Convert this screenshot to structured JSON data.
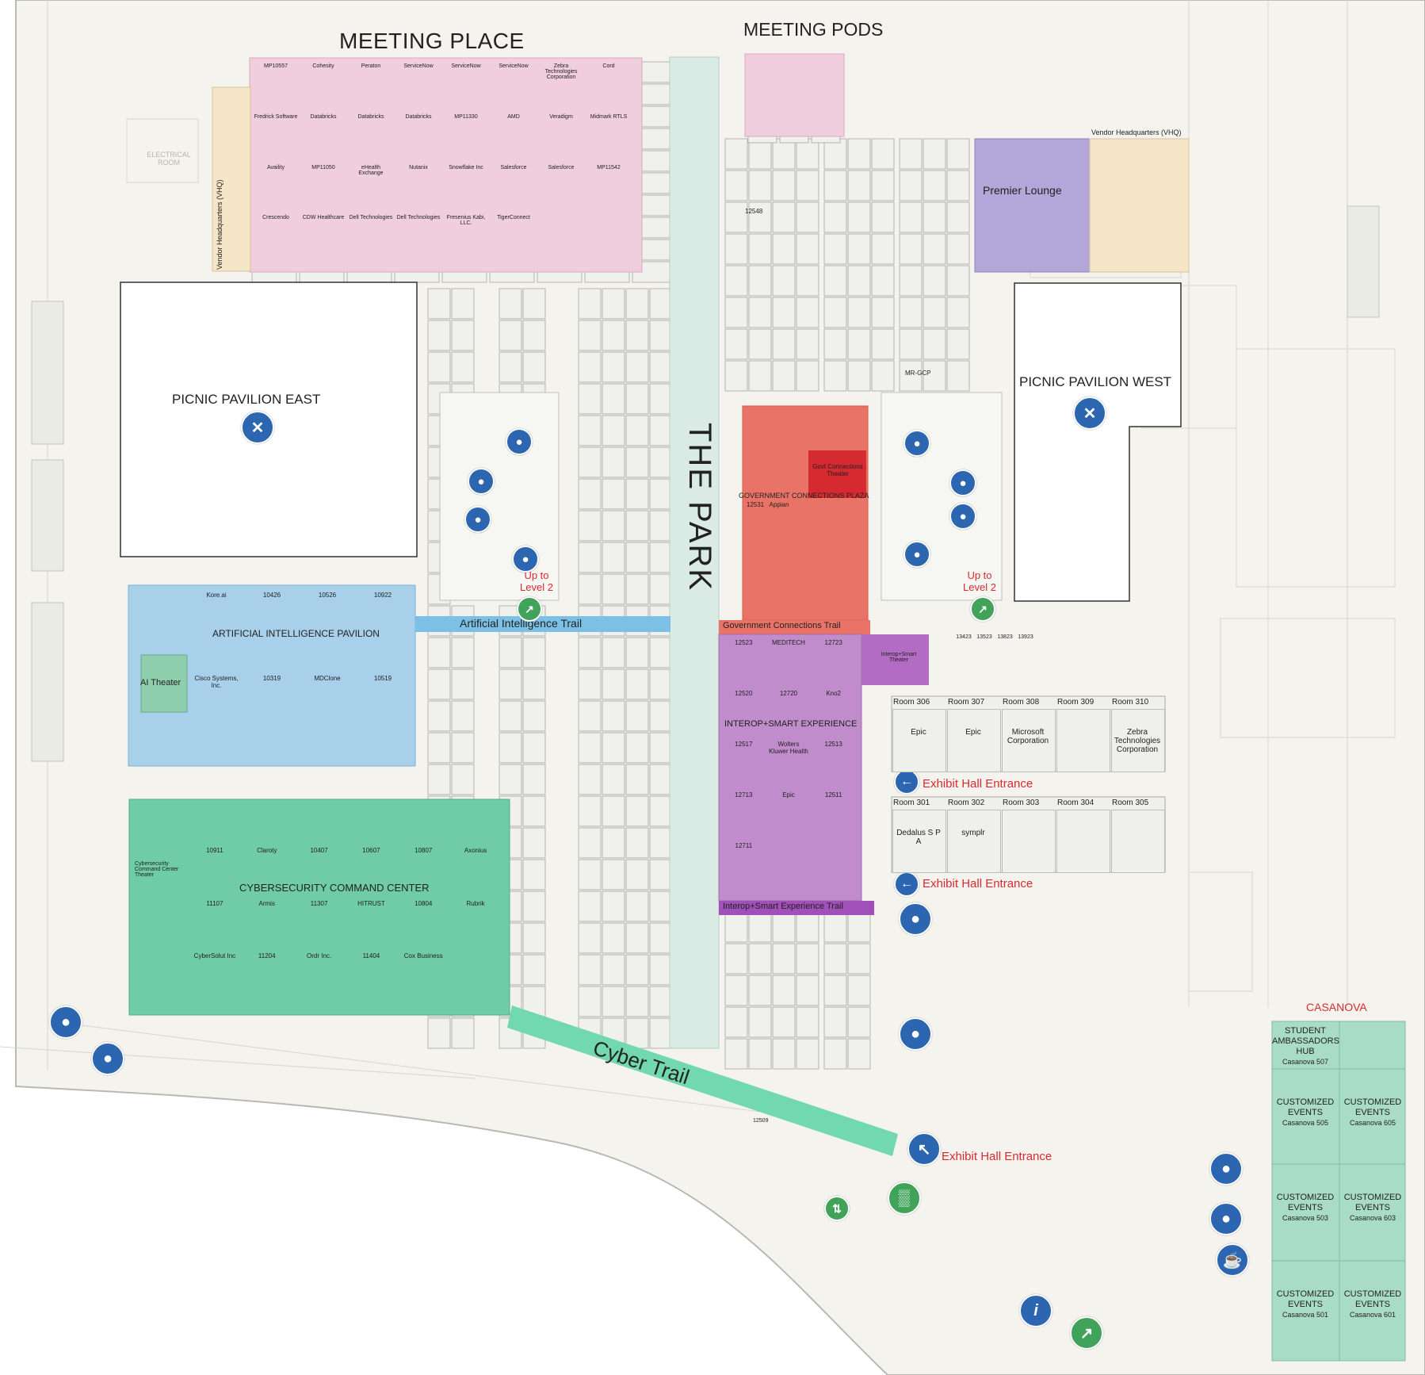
{
  "areas": {
    "meeting_place": "MEETING PLACE",
    "meeting_pods": "MEETING PODS",
    "the_park": "THE PARK",
    "picnic_east": "PICNIC PAVILION EAST",
    "picnic_west": "PICNIC PAVILION WEST",
    "ai_pavilion": "ARTIFICIAL INTELLIGENCE PAVILION",
    "ai_theater": "AI Theater",
    "cyber_center": "CYBERSECURITY COMMAND CENTER",
    "cyber_center_theater": "Cybersecurity Command Center Theater",
    "gov_plaza": "GOVERNMENT CONNECTIONS PLAZA",
    "gov_theater": "Govt Connections Theater",
    "interop": "INTEROP+SMART EXPERIENCE",
    "interop_theater": "Interop+Smart Theater",
    "premier_lounge": "Premier Lounge",
    "vhq_top": "Vendor Headquarters (VHQ)",
    "vhq_left": "Vendor Headquarters (VHQ)",
    "casanova": "CASANOVA",
    "electrical_room": "ELECTRICAL ROOM",
    "mr_gcp": "MR-GCP"
  },
  "trails": {
    "ai_trail": "Artificial Intelligence Trail",
    "gov_trail": "Government Connections Trail",
    "interop_trail": "Interop+Smart Experience Trail",
    "cyber_trail": "Cyber Trail"
  },
  "entrances": {
    "e1": "Exhibit Hall Entrance",
    "e2": "Exhibit Hall Entrance",
    "e3": "Exhibit Hall Entrance"
  },
  "escalators": {
    "left": "Up to Level 2",
    "right": "Up to Level 2"
  },
  "rooms_top": [
    {
      "room": "Room 306",
      "tenant": "Epic"
    },
    {
      "room": "Room 307",
      "tenant": "Epic"
    },
    {
      "room": "Room 308",
      "tenant": "Microsoft Corporation"
    },
    {
      "room": "Room 309",
      "tenant": ""
    },
    {
      "room": "Room 310",
      "tenant": "Zebra Technologies Corporation"
    }
  ],
  "rooms_bottom": [
    {
      "room": "Room 301",
      "tenant": "Dedalus S P A"
    },
    {
      "room": "Room 302",
      "tenant": "symplr"
    },
    {
      "room": "Room 303",
      "tenant": ""
    },
    {
      "room": "Room 304",
      "tenant": ""
    },
    {
      "room": "Room 305",
      "tenant": ""
    }
  ],
  "casanova_rooms": [
    {
      "title": "STUDENT AMBASSADORS HUB",
      "room": "Casanova 507"
    },
    {
      "title": "",
      "room": ""
    },
    {
      "title": "CUSTOMIZED EVENTS",
      "room": "Casanova 505"
    },
    {
      "title": "CUSTOMIZED EVENTS",
      "room": "Casanova 605"
    },
    {
      "title": "CUSTOMIZED EVENTS",
      "room": "Casanova 503"
    },
    {
      "title": "CUSTOMIZED EVENTS",
      "room": "Casanova 603"
    },
    {
      "title": "CUSTOMIZED EVENTS",
      "room": "Casanova 501"
    },
    {
      "title": "CUSTOMIZED EVENTS",
      "room": "Casanova 601"
    }
  ],
  "meeting_place_exhibitors": [
    "MP10557",
    "Cohesity",
    "Peraton",
    "ServiceNow",
    "ServiceNow",
    "ServiceNow",
    "Zebra Technologies Corporation",
    "Cord",
    "Fredrick Software",
    "Databricks",
    "Databricks",
    "Databricks",
    "MP11330",
    "AMD",
    "Veradigm",
    "Midmark RTLS",
    "Availity",
    "MP11050",
    "eHealth Exchange",
    "Nutanix",
    "Snowflake Inc",
    "Salesforce",
    "Salesforce",
    "MP11542",
    "Crescendo",
    "CDW Healthcare",
    "Dell Technologies",
    "Dell Technologies",
    "Fresenius Kabi, LLC.",
    "TigerConnect"
  ],
  "ai_exhibitors": [
    "Kore.ai",
    "10426",
    "10526",
    "10922",
    "Cisco Systems, Inc.",
    "10319",
    "MDClone",
    "10519"
  ],
  "cyber_exhibitors": [
    "10911",
    "Claroty",
    "10407",
    "10607",
    "10807",
    "Axonius",
    "11107",
    "Armis",
    "11307",
    "HITRUST",
    "10804",
    "Rubrik",
    "CyberSolut Inc",
    "11204",
    "Ordr Inc.",
    "11404",
    "Cox Business"
  ],
  "gov_exhibitors": [
    "12531",
    "Appian"
  ],
  "interop_exhibitors": [
    "12523",
    "MEDITECH",
    "12723",
    "12520",
    "12720",
    "Kno2",
    "12517",
    "Wolters Kluwer Health",
    "12513",
    "12713",
    "Epic",
    "12511",
    "12711"
  ],
  "booths_misc": [
    "12548",
    "12509",
    "13423",
    "13523",
    "13823",
    "13923"
  ],
  "icons": {
    "restroom": "restroom-icon",
    "dining": "fork-knife-icon",
    "escalator": "escalator-icon",
    "stairs": "stairs-icon",
    "arrow": "arrow-left-icon",
    "info": "info-icon",
    "coffee": "coffee-icon",
    "elevator": "elevator-icon"
  },
  "colors": {
    "meeting_place": "#f1cede",
    "ai_pavilion": "#a8d0ea",
    "cyber_center": "#6fcca4",
    "gov_plaza": "#ea7367",
    "gov_theater": "#d42a30",
    "interop": "#c08ccb",
    "interop_dark": "#a050b8",
    "the_park": "#d9ebe4",
    "premier_lounge": "#b2a7d8",
    "vhq": "#f4e6c7",
    "casanova": "#a9dcc7",
    "accent_red": "#d8292f",
    "icon_blue": "#2d66b0",
    "icon_green": "#41a35a"
  }
}
